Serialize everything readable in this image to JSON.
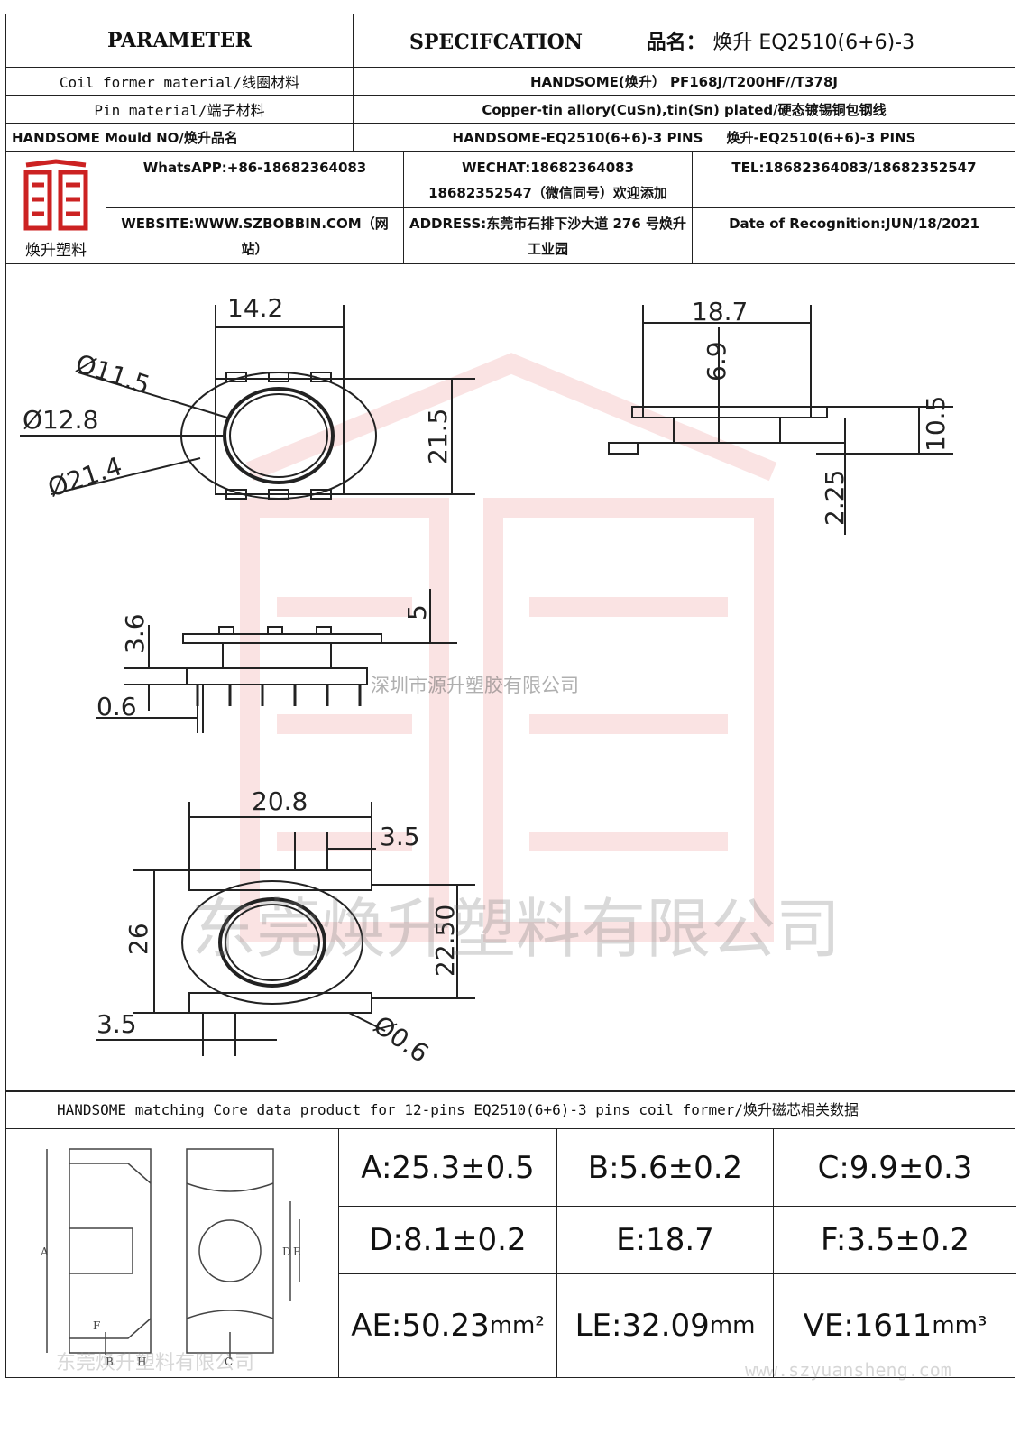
{
  "header": {
    "parameter": "PARAMETER",
    "specification": "SPECIFCATION",
    "product_name_label": "品名：",
    "product_name": "焕升 EQ2510(6+6)-3"
  },
  "rows": [
    {
      "label": "Coil former material/线圈材料",
      "value": "HANDSOME(焕升）   PF168J/T200HF//T378J"
    },
    {
      "label": "Pin material/端子材料",
      "value": "Copper-tin allory(CuSn),tin(Sn) plated/硬态镀锡铜包钢线"
    },
    {
      "label": "HANDSOME Mould NO/焕升品名",
      "value": "HANDSOME-EQ2510(6+6)-3 PINS     焕升-EQ2510(6+6)-3 PINS"
    }
  ],
  "contact": {
    "logo_text": "焕升塑料",
    "whatsapp": "WhatsAPP:+86-18682364083",
    "wechat": "WECHAT:18682364083 18682352547（微信同号）欢迎添加",
    "tel": "TEL:18682364083/18682352547",
    "website": "WEBSITE:WWW.SZBOBBIN.COM（网站）",
    "address": "ADDRESS:东莞市石排下沙大道 276 号焕升工业园",
    "date": "Date of Recognition:JUN/18/2021"
  },
  "drawing": {
    "dims": {
      "top_w": "14.2",
      "d1": "Ø11.5",
      "d2": "Ø12.8",
      "d3": "Ø21.4",
      "h1": "21.5",
      "side_w": "18.7",
      "side_h1": "6.9",
      "side_h2": "10.5",
      "side_h3": "2.25",
      "front_h1": "3.6",
      "front_h2": "5",
      "front_pin": "0.6",
      "bot_w": "20.8",
      "bot_pitch": "3.5",
      "bot_h": "26",
      "bot_h2": "22.50",
      "bot_pitch2": "3.5",
      "bot_pin": "Ø0.6"
    },
    "watermark_small": "深圳市源升塑胶有限公司",
    "watermark_large": "东莞焕升塑料有限公司"
  },
  "core_title": "HANDSOME matching Core data  product for 12-pins EQ2510(6+6)-3 pins coil former/焕升磁芯相关数据",
  "core": {
    "A": "A:25.3±0.5",
    "B": "B:5.6±0.2",
    "C": "C:9.9±0.3",
    "D": "D:8.1±0.2",
    "E": "E:18.7",
    "F": "F:3.5±0.2",
    "AE": "AE:50.23",
    "AE_unit": "mm²",
    "LE": "LE:32.09",
    "LE_unit": "mm",
    "VE": "VE:1611",
    "VE_unit": "mm³",
    "labels": [
      "A",
      "B",
      "C",
      "D",
      "E",
      "F",
      "H"
    ],
    "watermark": "东莞焕升塑料有限公司"
  },
  "footer_watermark": "www.szyuansheng.com"
}
